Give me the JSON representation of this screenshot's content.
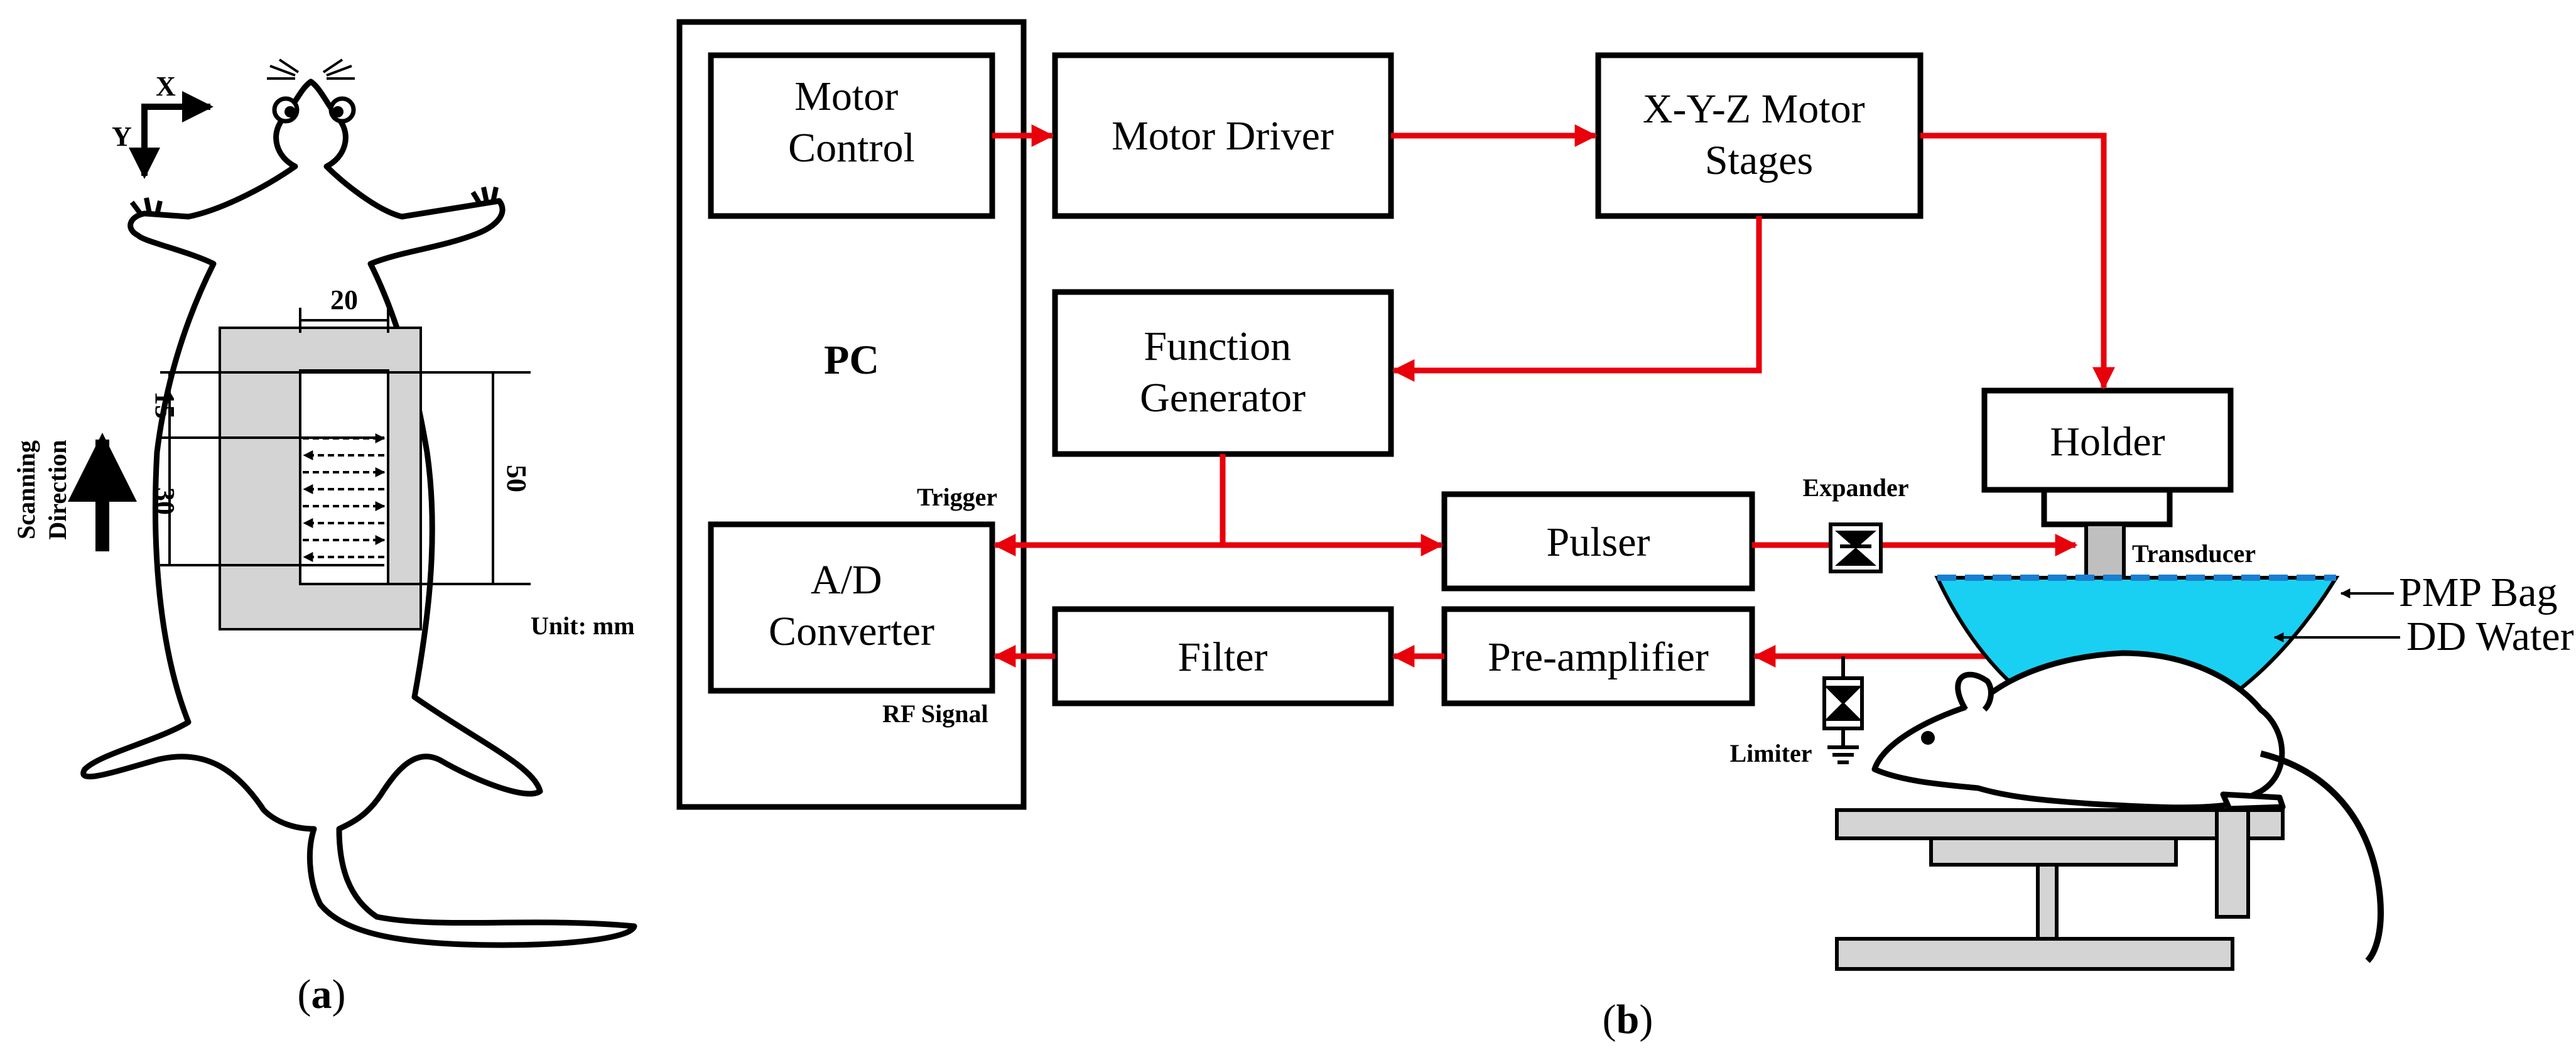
{
  "panel_a": {
    "axis_x": "X",
    "axis_y": "Y",
    "width_dim": "20",
    "top_dim": "15",
    "mid_dim": "30",
    "total_dim": "50",
    "scan_line1": "Scanning",
    "scan_line2": "Direction",
    "unit": "Unit: mm",
    "caption_open": "(",
    "caption_letter": "a",
    "caption_close": ")"
  },
  "panel_b": {
    "pc": "PC",
    "motor_control": [
      "Motor",
      "Control"
    ],
    "motor_driver": "Motor Driver",
    "xyz": [
      "X-Y-Z Motor",
      "Stages"
    ],
    "function_generator": [
      "Function",
      "Generator"
    ],
    "holder": "Holder",
    "pulser": "Pulser",
    "ad_converter": [
      "A/D",
      "Converter"
    ],
    "filter": "Filter",
    "preamp": "Pre-amplifier",
    "trigger": "Trigger",
    "rf_signal": "RF Signal",
    "expander": "Expander",
    "limiter": "Limiter",
    "transducer": "Transducer",
    "pmp_bag": "PMP Bag",
    "dd_water": "DD Water",
    "caption_open": "(",
    "caption_letter": "b",
    "caption_close": ")"
  },
  "colors": {
    "signal_line": "#e8000b",
    "water": "#19d0f2",
    "shading": "#d4d4d4"
  }
}
